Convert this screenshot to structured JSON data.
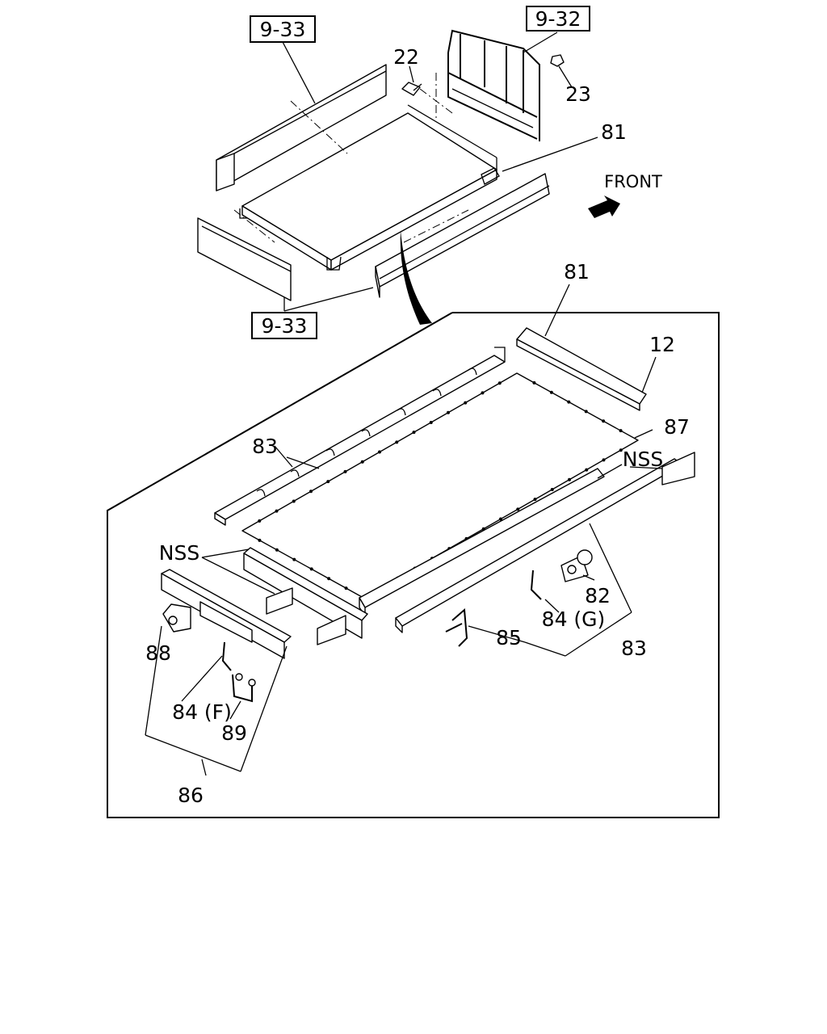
{
  "diagram": {
    "front_label": "FRONT",
    "callouts": {
      "ref_9_33_top": "9-33",
      "ref_9_32": "9-32",
      "ref_9_33_bottom": "9-33",
      "p22": "22",
      "p23": "23",
      "p81_top": "81",
      "p81_frame": "81",
      "p12": "12",
      "p87": "87",
      "p83_left": "83",
      "nss_right": "NSS",
      "nss_left": "NSS",
      "p82": "82",
      "p84g": "84 (G)",
      "p83_right": "83",
      "p85": "85",
      "p88": "88",
      "p84f": "84 (F)",
      "p89": "89",
      "p86": "86"
    }
  }
}
